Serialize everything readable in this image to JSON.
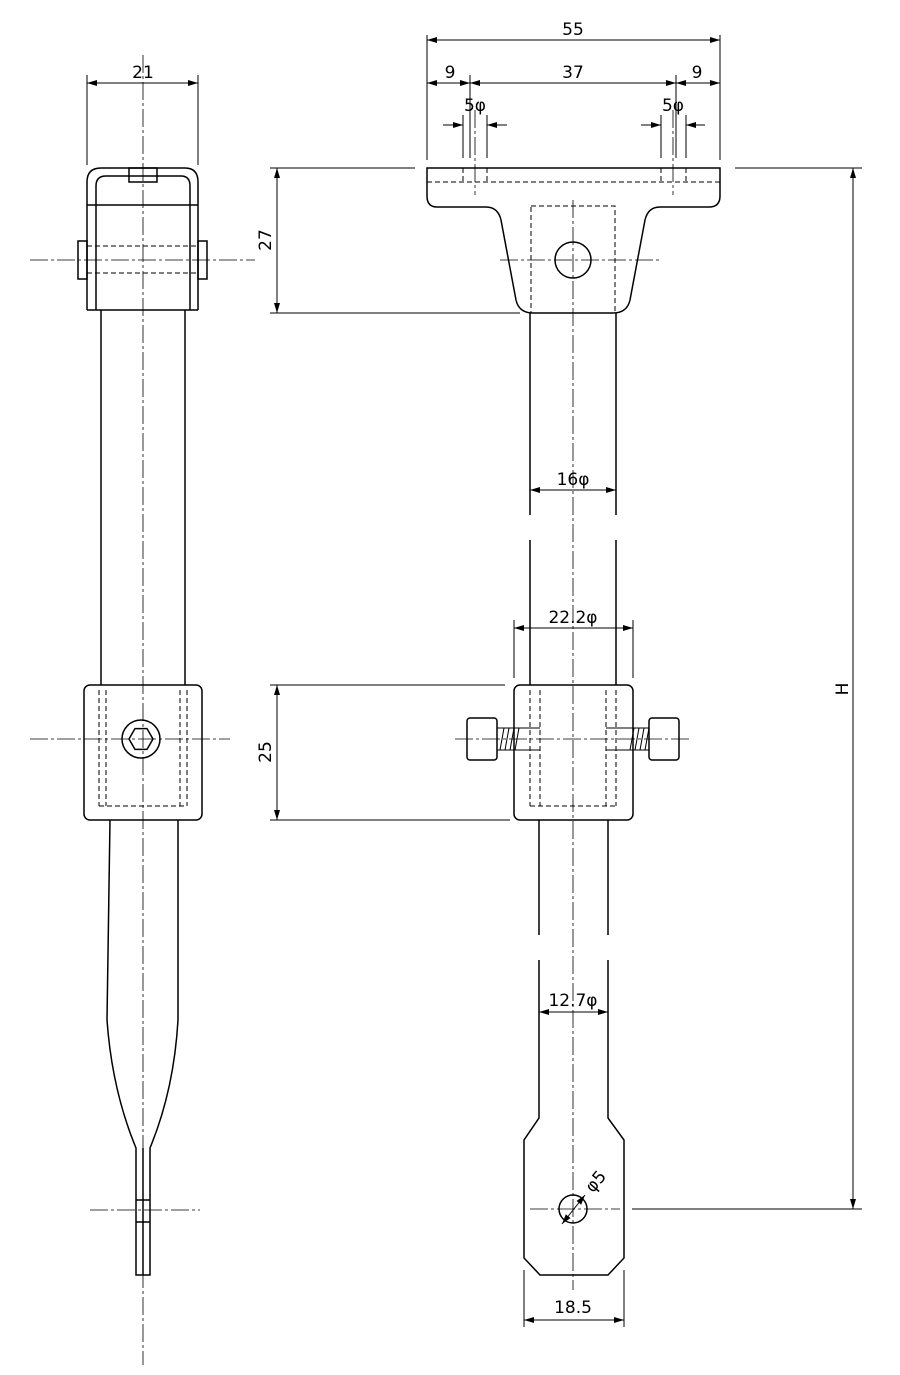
{
  "dimensions": {
    "side_width": "21",
    "overall_width": "55",
    "left_offset": "9",
    "hole_spacing": "37",
    "right_offset": "9",
    "left_hole_dia": "5φ",
    "right_hole_dia": "5φ",
    "flange_height": "27",
    "upper_rod_dia": "16φ",
    "collar_dia": "22.2φ",
    "collar_height": "25",
    "lower_rod_dia": "12.7φ",
    "tip_hole_dia": "φ5",
    "tip_width": "18.5",
    "total_height": "H"
  }
}
